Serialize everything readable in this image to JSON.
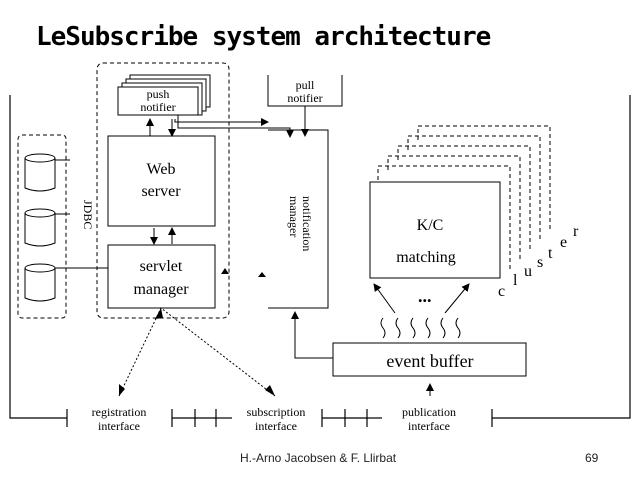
{
  "slide": {
    "title": "LeSubscribe system architecture",
    "footer_author": "H.-Arno Jacobsen & F. Llirbat",
    "page_number": "69"
  },
  "diagram": {
    "push_notifier": [
      "push",
      "notifier"
    ],
    "pull_notifier": [
      "pull",
      "notifier"
    ],
    "web_server": [
      "Web",
      "server"
    ],
    "servlet_manager": [
      "servlet",
      "manager"
    ],
    "jdbc": "JDBC",
    "notification_manager": [
      "notification",
      "manager"
    ],
    "kc_matching": [
      "K/C",
      "matching"
    ],
    "cluster": [
      "c",
      "l",
      "u",
      "s",
      "t",
      "e",
      "r"
    ],
    "ellipsis": "...",
    "event_buffer": "event buffer",
    "registration_interface": [
      "registration",
      "interface"
    ],
    "subscription_interface": [
      "subscription",
      "interface"
    ],
    "publication_interface": [
      "publication",
      "interface"
    ]
  }
}
